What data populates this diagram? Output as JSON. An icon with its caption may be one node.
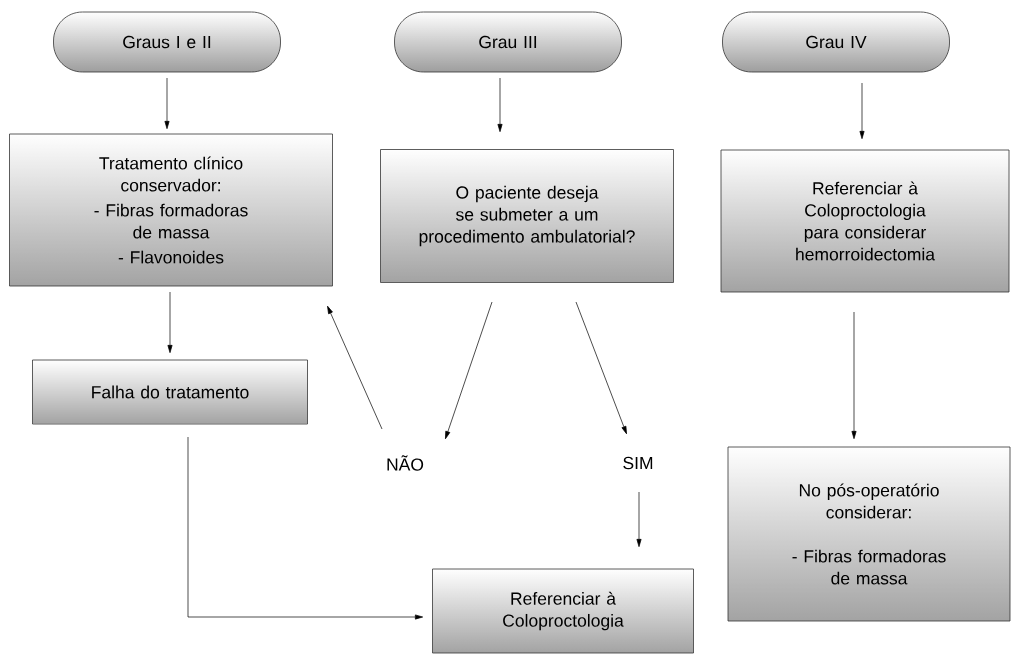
{
  "diagram": {
    "nodes": [
      {
        "text": [
          "Graus I e II"
        ]
      },
      {
        "text": [
          "Grau III"
        ]
      },
      {
        "text": [
          "Grau IV"
        ]
      },
      {
        "text": [
          "Tratamento clínico conservador:",
          "- Fibras formadoras de massa",
          "- Flavonoides"
        ]
      },
      {
        "text": [
          "O paciente deseja se submeter a um procedimento ambulatorial?"
        ]
      },
      {
        "text": [
          "Referenciar à Coloproctologia para considerar hemorroidectomia"
        ]
      },
      {
        "text": [
          "Falha do tratamento"
        ]
      },
      {
        "text": [
          "NÃO"
        ]
      },
      {
        "text": [
          "SIM"
        ]
      },
      {
        "text": [
          "No pós-operatório considerar:",
          "- Fibras formadoras de massa"
        ]
      },
      {
        "text": [
          "Referenciar à Coloproctologia"
        ]
      }
    ],
    "edges": [
      {
        "from": 0,
        "to": 3,
        "arrow": "to"
      },
      {
        "from": 1,
        "to": 4,
        "arrow": "to"
      },
      {
        "from": 2,
        "to": 5,
        "arrow": "to"
      },
      {
        "from": 3,
        "to": 6,
        "arrow": "to"
      },
      {
        "from": 4,
        "to": 7,
        "arrow": "to"
      },
      {
        "from": 7,
        "to": 3,
        "arrow": "to"
      },
      {
        "from": 4,
        "to": 8,
        "arrow": "to"
      },
      {
        "from": 8,
        "to": 10,
        "arrow": "to"
      },
      {
        "from": 6,
        "to": 10,
        "arrow": "to"
      },
      {
        "from": 5,
        "to": 9,
        "arrow": "to"
      }
    ]
  }
}
